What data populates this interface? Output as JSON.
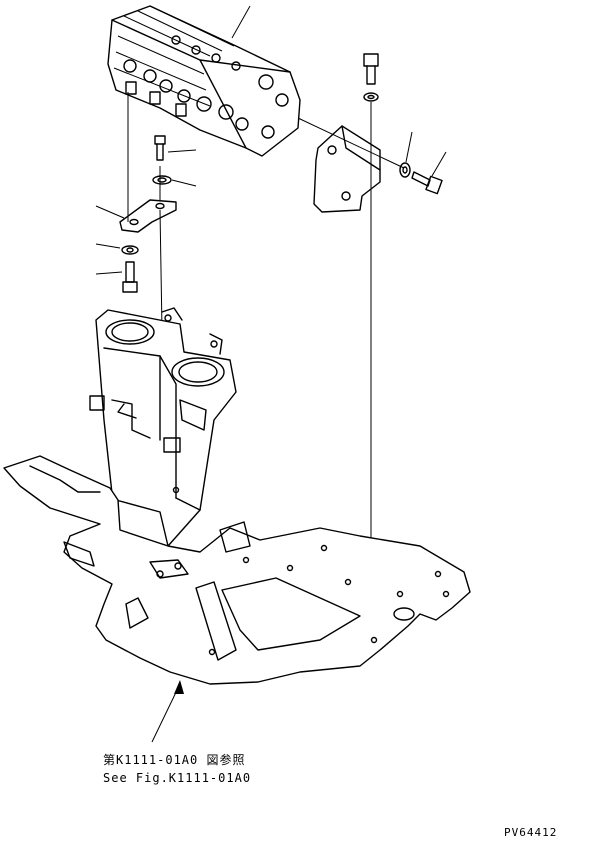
{
  "reference_note": {
    "japanese": "第K1111-01A0 図参照",
    "english": "See Fig.K1111-01A0"
  },
  "figure_code": "PV64412",
  "colors": {
    "line": "#000000",
    "background": "#ffffff"
  }
}
